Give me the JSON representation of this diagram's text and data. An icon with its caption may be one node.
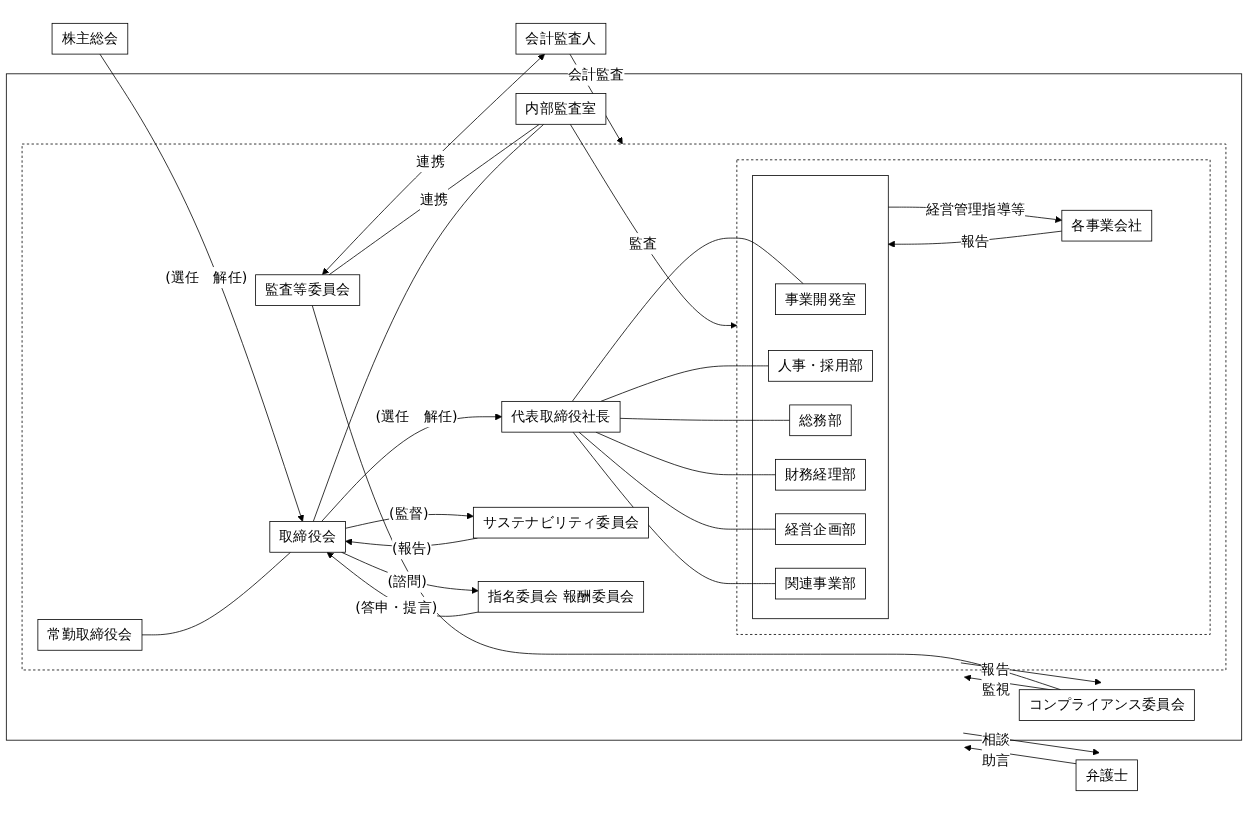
{
  "diagram": {
    "nodes": [
      {
        "text": [
          "株主総会"
        ]
      },
      {
        "text": [],
        "shape": "box"
      },
      {
        "text": [],
        "shape": "box",
        "in": 1
      },
      {
        "text": [
          "取締役会"
        ],
        "in": 2
      },
      {
        "text": [
          "監査等委員会"
        ],
        "in": 2
      },
      {
        "text": [
          "指名委員会 報酬委員会"
        ],
        "in": 2
      },
      {
        "text": [
          "サステナビリティ委員会"
        ],
        "in": 2
      },
      {
        "text": [
          "常勤取締役会"
        ],
        "in": 2
      },
      {
        "text": [
          "代表取締役社長"
        ],
        "in": 2
      },
      {
        "text": [],
        "shape": "box",
        "in": 2
      },
      {
        "text": [],
        "shape": "box",
        "in": 9
      },
      {
        "text": [
          "関連事業部"
        ],
        "in": 10
      },
      {
        "text": [
          "経営企画部"
        ],
        "in": 10
      },
      {
        "text": [
          "財務経理部"
        ],
        "in": 10
      },
      {
        "text": [
          "総務部"
        ],
        "in": 10
      },
      {
        "text": [
          "人事・採用部"
        ],
        "in": 10
      },
      {
        "text": [
          "事業開発室"
        ],
        "in": 10
      },
      {
        "text": [
          "各事業会社"
        ],
        "in": 9
      },
      {
        "text": [
          "会計監査人"
        ]
      },
      {
        "text": [
          "内部監査室"
        ],
        "in": 1
      },
      {
        "text": [
          "コンプライアンス委員会"
        ],
        "in": 1
      },
      {
        "text": [
          "弁護士"
        ]
      }
    ],
    "edges": [
      {
        "from": 0,
        "to": 3,
        "arrow": "to",
        "label": "(選任　解任)"
      },
      {
        "from": 3,
        "to": 5,
        "arrow": "to",
        "label": "(諮問)"
      },
      {
        "from": 5,
        "to": 3,
        "arrow": "to",
        "label": "(答申・提言)"
      },
      {
        "from": 3,
        "to": 6,
        "arrow": "to",
        "label": "(監督)"
      },
      {
        "from": 6,
        "to": 3,
        "arrow": "to",
        "label": "(報告)"
      },
      {
        "from": 7,
        "to": 3,
        "arrow": "none"
      },
      {
        "from": 3,
        "to": 8,
        "arrow": "to",
        "label": "(選任　解任)"
      },
      {
        "from": 4,
        "to": 18,
        "arrow": "both",
        "label": "連携"
      },
      {
        "from": 18,
        "to": 2,
        "arrow": "to",
        "label": "会計監査"
      },
      {
        "from": 4,
        "to": 19,
        "arrow": "none",
        "label": "連携"
      },
      {
        "from": 4,
        "to": 20,
        "arrow": "none"
      },
      {
        "from": 3,
        "to": 19,
        "arrow": "none"
      },
      {
        "from": 19,
        "to": 9,
        "arrow": "to",
        "label": "監査"
      },
      {
        "from": 8,
        "to": 11,
        "arrow": "none"
      },
      {
        "from": 8,
        "to": 12,
        "arrow": "none"
      },
      {
        "from": 8,
        "to": 13,
        "arrow": "none"
      },
      {
        "from": 8,
        "to": 14,
        "arrow": "none"
      },
      {
        "from": 8,
        "to": 15,
        "arrow": "none"
      },
      {
        "from": 8,
        "to": 16,
        "arrow": "none"
      },
      {
        "from": 17,
        "to": 10,
        "arrow": "to",
        "label": "報告"
      },
      {
        "from": 10,
        "to": 17,
        "arrow": "to",
        "label": "経営管理指導等"
      },
      {
        "from": 2,
        "to": 20,
        "arrow": "to",
        "label": "報告"
      },
      {
        "from": 20,
        "to": 2,
        "arrow": "to",
        "label": "監視"
      },
      {
        "from": 1,
        "to": 21,
        "arrow": "to",
        "label": "相談"
      },
      {
        "from": 21,
        "to": 1,
        "arrow": "to",
        "label": "助言"
      }
    ]
  }
}
